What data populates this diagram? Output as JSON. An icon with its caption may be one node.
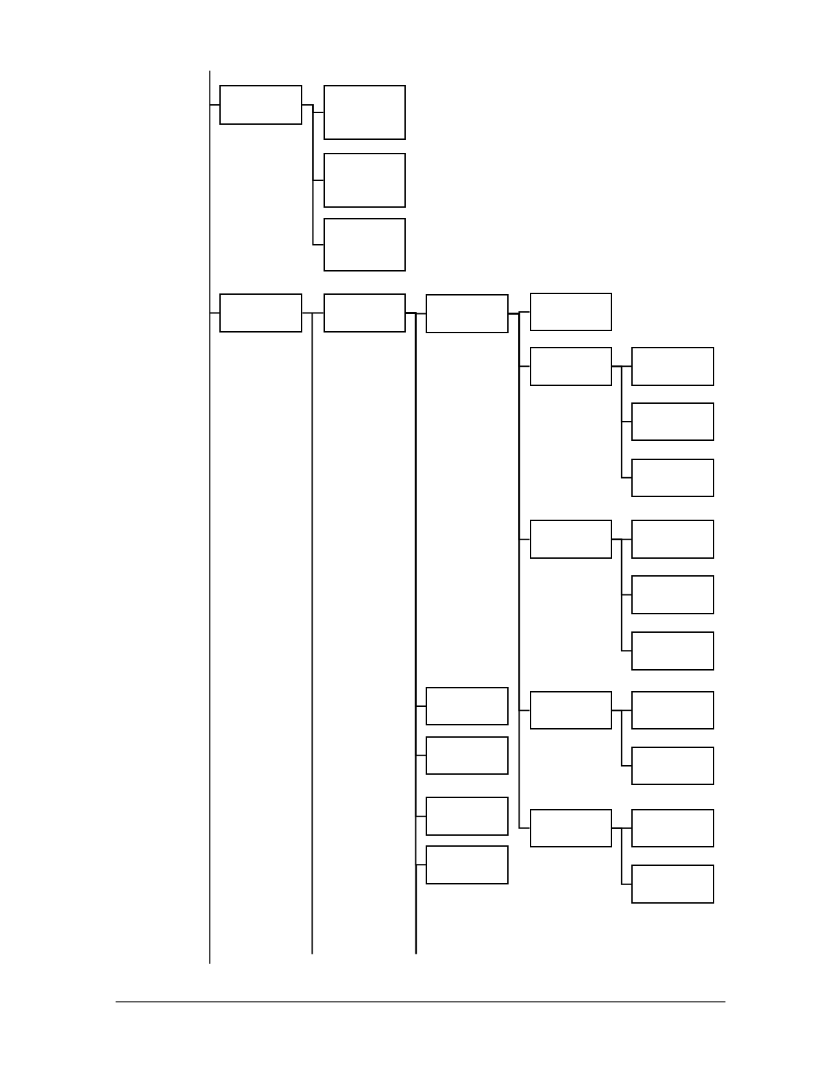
{
  "diagram": {
    "nodes": [
      {
        "text": [],
        "shape": "box"
      },
      {
        "text": [],
        "shape": "box"
      },
      {
        "text": [],
        "shape": "box"
      },
      {
        "text": [],
        "shape": "box"
      },
      {
        "text": [],
        "shape": "box"
      },
      {
        "text": [],
        "shape": "box"
      },
      {
        "text": [],
        "shape": "box"
      },
      {
        "text": [],
        "shape": "box"
      },
      {
        "text": [],
        "shape": "box"
      },
      {
        "text": [],
        "shape": "box"
      },
      {
        "text": [],
        "shape": "box"
      },
      {
        "text": [],
        "shape": "box"
      },
      {
        "text": [],
        "shape": "box"
      },
      {
        "text": [],
        "shape": "box"
      },
      {
        "text": [],
        "shape": "box"
      },
      {
        "text": [],
        "shape": "box"
      },
      {
        "text": [],
        "shape": "box"
      },
      {
        "text": [],
        "shape": "box"
      },
      {
        "text": [],
        "shape": "box"
      },
      {
        "text": [],
        "shape": "box"
      },
      {
        "text": [],
        "shape": "box"
      },
      {
        "text": [],
        "shape": "box"
      },
      {
        "text": [],
        "shape": "box"
      },
      {
        "text": [],
        "shape": "box"
      },
      {
        "text": [],
        "shape": "box"
      },
      {
        "text": [],
        "shape": "box"
      }
    ],
    "edges": [
      {
        "from": null,
        "to": 0,
        "arrow": "none"
      },
      {
        "from": 0,
        "to": 1,
        "arrow": "none"
      },
      {
        "from": 0,
        "to": 2,
        "arrow": "none"
      },
      {
        "from": 0,
        "to": 3,
        "arrow": "none"
      },
      {
        "from": null,
        "to": 4,
        "arrow": "none"
      },
      {
        "from": 4,
        "to": 5,
        "arrow": "none"
      },
      {
        "from": 5,
        "to": 6,
        "arrow": "none"
      },
      {
        "from": 6,
        "to": 7,
        "arrow": "none"
      },
      {
        "from": 6,
        "to": 8,
        "arrow": "none"
      },
      {
        "from": 8,
        "to": 9,
        "arrow": "none"
      },
      {
        "from": 8,
        "to": 10,
        "arrow": "none"
      },
      {
        "from": 8,
        "to": 11,
        "arrow": "none"
      },
      {
        "from": 6,
        "to": 12,
        "arrow": "none"
      },
      {
        "from": 12,
        "to": 13,
        "arrow": "none"
      },
      {
        "from": 12,
        "to": 14,
        "arrow": "none"
      },
      {
        "from": 12,
        "to": 15,
        "arrow": "none"
      },
      {
        "from": 5,
        "to": 16,
        "arrow": "none"
      },
      {
        "from": 5,
        "to": 17,
        "arrow": "none"
      },
      {
        "from": 5,
        "to": 18,
        "arrow": "none"
      },
      {
        "from": 5,
        "to": 19,
        "arrow": "none"
      },
      {
        "from": 6,
        "to": 20,
        "arrow": "none"
      },
      {
        "from": 20,
        "to": 21,
        "arrow": "none"
      },
      {
        "from": 20,
        "to": 22,
        "arrow": "none"
      },
      {
        "from": 6,
        "to": 23,
        "arrow": "none"
      },
      {
        "from": 23,
        "to": 24,
        "arrow": "none"
      },
      {
        "from": 23,
        "to": 25,
        "arrow": "none"
      }
    ]
  }
}
